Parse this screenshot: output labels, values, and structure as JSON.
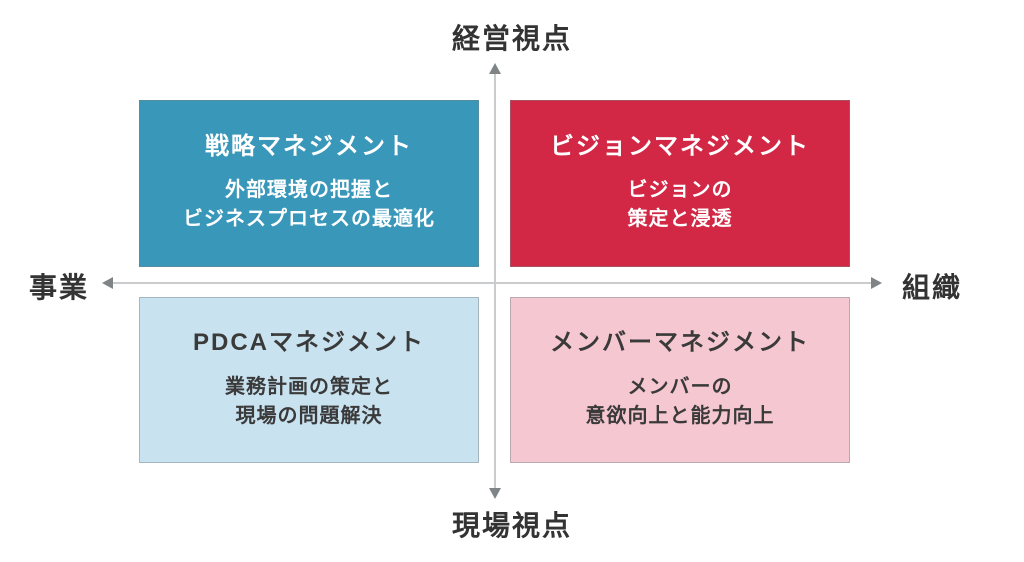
{
  "diagram": {
    "axis_labels": {
      "top": "経営視点",
      "bottom": "現場視点",
      "left": "事業",
      "right": "組織"
    },
    "quadrants": {
      "top_left": {
        "title": "戦略マネジメント",
        "body": "外部環境の把握と\nビジネスプロセスの最適化",
        "bg": "#3997B9",
        "fg": "#FFFFFF"
      },
      "top_right": {
        "title": "ビジョンマネジメント",
        "body": "ビジョンの\n策定と浸透",
        "bg": "#D22745",
        "fg": "#FFFFFF"
      },
      "bottom_left": {
        "title": "PDCAマネジメント",
        "body": "業務計画の策定と\n現場の問題解決",
        "bg": "#C9E2F0",
        "fg": "#3A3A3A"
      },
      "bottom_right": {
        "title": "メンバーマネジメント",
        "body": "メンバーの\n意欲向上と能力向上",
        "bg": "#F5C7D1",
        "fg": "#3A3A3A"
      }
    },
    "colors": {
      "background": "#FFFFFF",
      "axis_line": "#C9CBCD",
      "arrowhead": "#7F8486",
      "label_text": "#333333"
    }
  }
}
